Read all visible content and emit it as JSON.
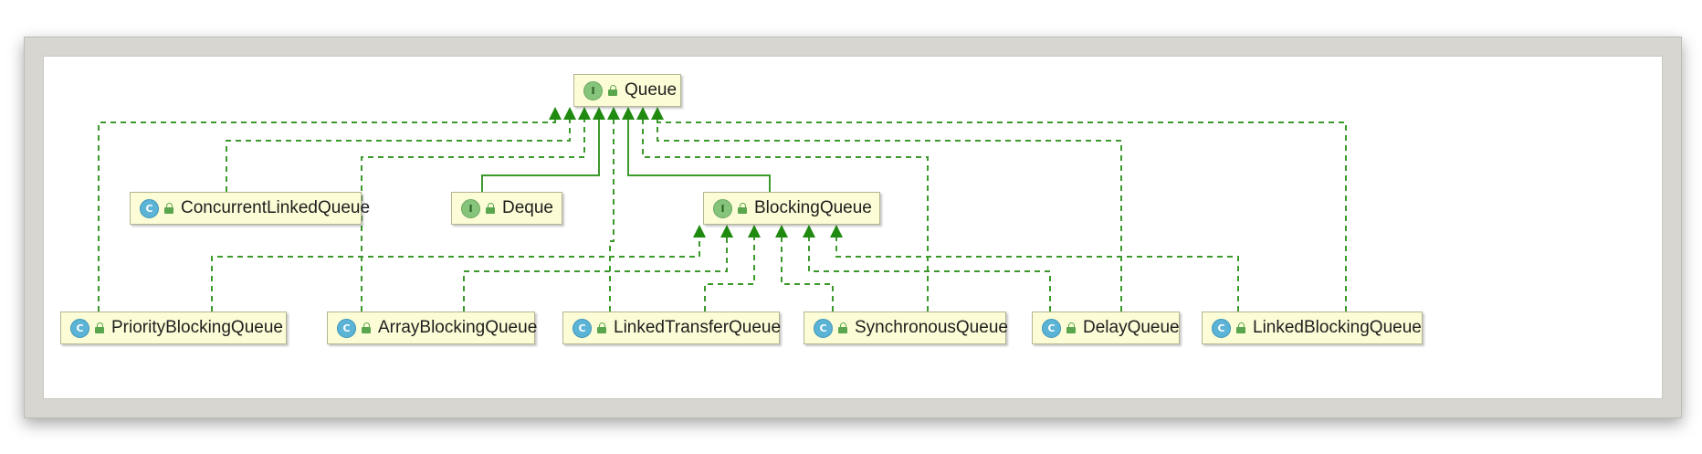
{
  "nodes": [
    {
      "id": "queue",
      "name": "Queue",
      "kind": "interface",
      "icon": "interface-icon"
    },
    {
      "id": "clq",
      "name": "ConcurrentLinkedQueue",
      "kind": "class",
      "icon": "class-icon"
    },
    {
      "id": "deque",
      "name": "Deque",
      "kind": "interface",
      "icon": "interface-icon"
    },
    {
      "id": "bq",
      "name": "BlockingQueue",
      "kind": "interface",
      "icon": "interface-icon"
    },
    {
      "id": "pbq",
      "name": "PriorityBlockingQueue",
      "kind": "class",
      "icon": "class-icon"
    },
    {
      "id": "abq",
      "name": "ArrayBlockingQueue",
      "kind": "class",
      "icon": "class-icon"
    },
    {
      "id": "ltq",
      "name": "LinkedTransferQueue",
      "kind": "class",
      "icon": "class-icon"
    },
    {
      "id": "sq",
      "name": "SynchronousQueue",
      "kind": "class",
      "icon": "class-icon"
    },
    {
      "id": "dq",
      "name": "DelayQueue",
      "kind": "class",
      "icon": "class-icon"
    },
    {
      "id": "lbq",
      "name": "LinkedBlockingQueue",
      "kind": "class",
      "icon": "class-icon"
    }
  ],
  "edges": [
    {
      "from": "deque",
      "to": "queue",
      "type": "extends"
    },
    {
      "from": "bq",
      "to": "queue",
      "type": "extends"
    },
    {
      "from": "clq",
      "to": "queue",
      "type": "implements"
    },
    {
      "from": "pbq",
      "to": "queue",
      "type": "implements"
    },
    {
      "from": "abq",
      "to": "queue",
      "type": "implements"
    },
    {
      "from": "ltq",
      "to": "queue",
      "type": "implements"
    },
    {
      "from": "sq",
      "to": "queue",
      "type": "implements"
    },
    {
      "from": "dq",
      "to": "queue",
      "type": "implements"
    },
    {
      "from": "lbq",
      "to": "queue",
      "type": "implements"
    },
    {
      "from": "pbq",
      "to": "bq",
      "type": "implements"
    },
    {
      "from": "abq",
      "to": "bq",
      "type": "implements"
    },
    {
      "from": "ltq",
      "to": "bq",
      "type": "implements"
    },
    {
      "from": "sq",
      "to": "bq",
      "type": "implements"
    },
    {
      "from": "dq",
      "to": "bq",
      "type": "implements"
    },
    {
      "from": "lbq",
      "to": "bq",
      "type": "implements"
    }
  ],
  "colors": {
    "edge": "#3c9a2c",
    "arrow": "#1f8a0f",
    "node_fill": "#fcfcd6",
    "interface_badge": "#86c47c",
    "class_badge": "#5bb3d6"
  }
}
